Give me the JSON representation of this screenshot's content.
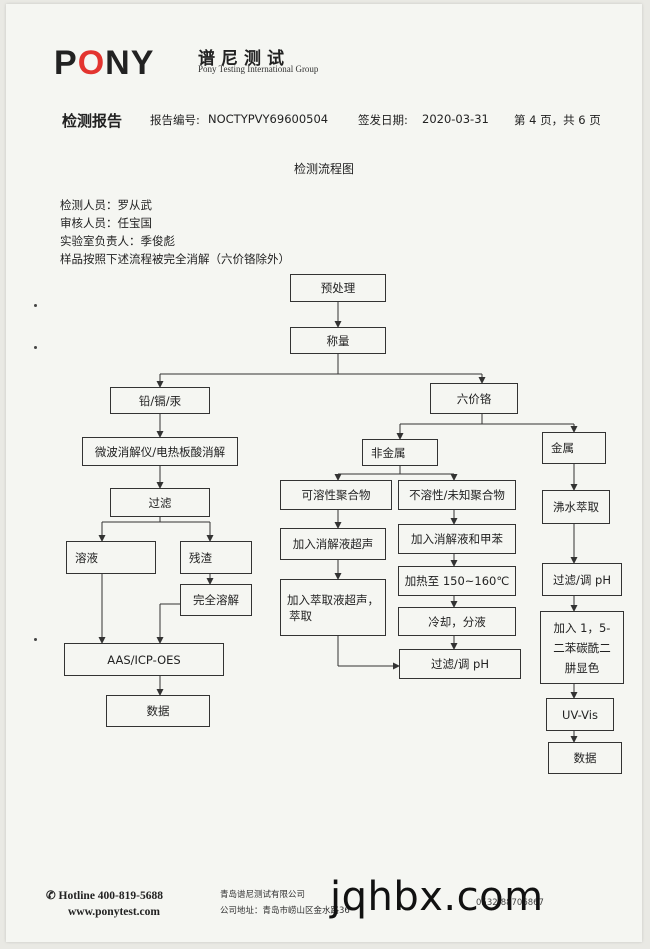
{
  "header": {
    "logo_p": "P",
    "logo_o": "O",
    "logo_ny": "NY",
    "brand_cn": "谱尼测试",
    "brand_en": "Pony Testing International Group",
    "report_title": "检测报告",
    "report_no_label": "报告编号:",
    "report_no": "NOCTYPVY69600504",
    "issue_date_label": "签发日期:",
    "issue_date": "2020-03-31",
    "page_info": "第 4 页，共 6 页"
  },
  "doc_title": "检测流程图",
  "staff": {
    "inspector": "检测人员：罗从武",
    "reviewer": "审核人员：任宝国",
    "lab_head": "实验室负责人：季俊彪",
    "note": "样品按照下述流程被完全消解（六价铬除外）"
  },
  "flow": {
    "pretreat": "预处理",
    "weigh": "称量",
    "pb_cd_hg": "铅/镉/汞",
    "cr6": "六价铬",
    "microwave": "微波消解仪/电热板酸消解",
    "filter": "过滤",
    "solution": "溶液",
    "residue": "残渣",
    "full_digest": "完全溶解",
    "aas": "AAS/ICP-OES",
    "data_left": "数据",
    "nonmetal": "非金属",
    "metal": "金属",
    "soluble": "可溶性聚合物",
    "insoluble": "不溶性/未知聚合物",
    "add_ultrasonic": "加入消解液超声",
    "add_toluene": "加入消解液和甲苯",
    "add_extract_1": "加入萃取液超声，",
    "add_extract_2": "萃取",
    "heat": "加热至 150~160℃",
    "cool": "冷却，分液",
    "filter_ph_mid": "过滤/调 pH",
    "boil_extract": "沸水萃取",
    "filter_ph_right": "过滤/调 pH",
    "dpc_1": "加入 1，5-",
    "dpc_2": "二苯碳酰二",
    "dpc_3": "肼显色",
    "uvvis": "UV-Vis",
    "data_right": "数据"
  },
  "footer": {
    "hotline": "Hotline 400-819-5688",
    "website": "www.ponytest.com",
    "company": "青岛谱尼测试有限公司",
    "address": "公司地址：青岛市崂山区金水路36",
    "phone": "0532-88706867",
    "watermark": "jqhbx.com"
  }
}
